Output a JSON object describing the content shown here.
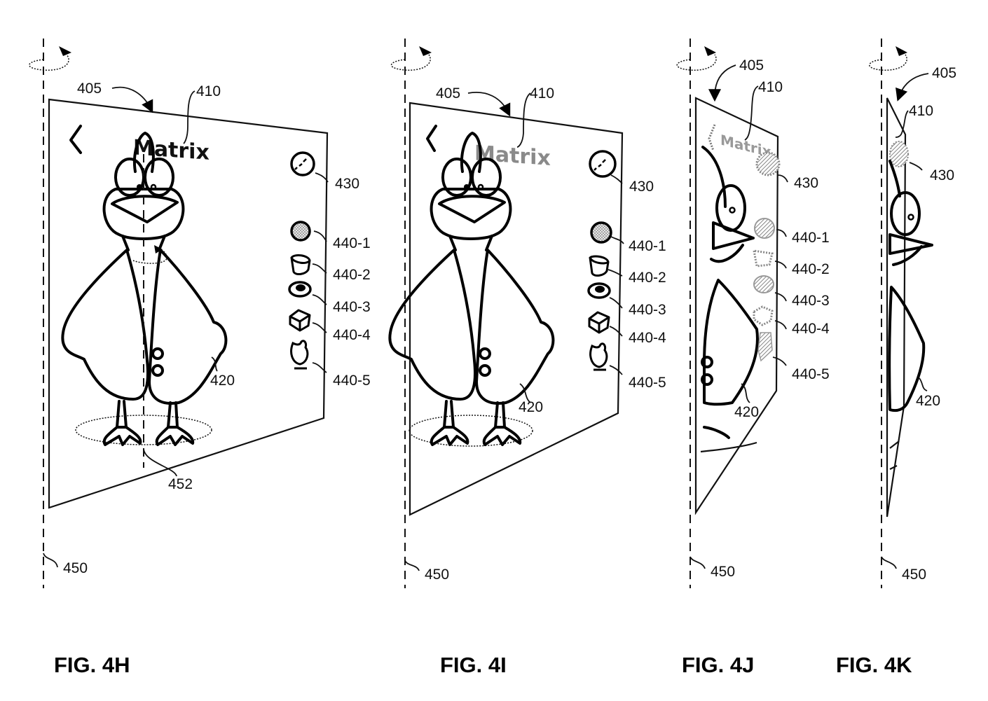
{
  "figures": [
    {
      "id": "4H",
      "caption": "FIG. 4H",
      "screen_title": "Matrix",
      "refs": {
        "panel": "405",
        "title": "410",
        "character": "420",
        "camera_button": "430",
        "items": [
          "440-1",
          "440-2",
          "440-3",
          "440-4",
          "440-5"
        ],
        "axis": "450",
        "character_axis": "452"
      }
    },
    {
      "id": "4I",
      "caption": "FIG. 4I",
      "screen_title": "Matrix",
      "refs": {
        "panel": "405",
        "title": "410",
        "character": "420",
        "camera_button": "430",
        "items": [
          "440-1",
          "440-2",
          "440-3",
          "440-4",
          "440-5"
        ],
        "axis": "450"
      }
    },
    {
      "id": "4J",
      "caption": "FIG. 4J",
      "screen_title": "Matrix",
      "refs": {
        "panel": "405",
        "title": "410",
        "character": "420",
        "camera_button": "430",
        "items": [
          "440-1",
          "440-2",
          "440-3",
          "440-4",
          "440-5"
        ],
        "axis": "450"
      }
    },
    {
      "id": "4K",
      "caption": "FIG. 4K",
      "refs": {
        "panel": "405",
        "title": "410",
        "character": "420",
        "camera_button": "430",
        "axis": "450"
      }
    }
  ],
  "icons": [
    "back-chevron",
    "camera-button",
    "sphere",
    "cylinder",
    "disc",
    "cube",
    "chicken"
  ]
}
